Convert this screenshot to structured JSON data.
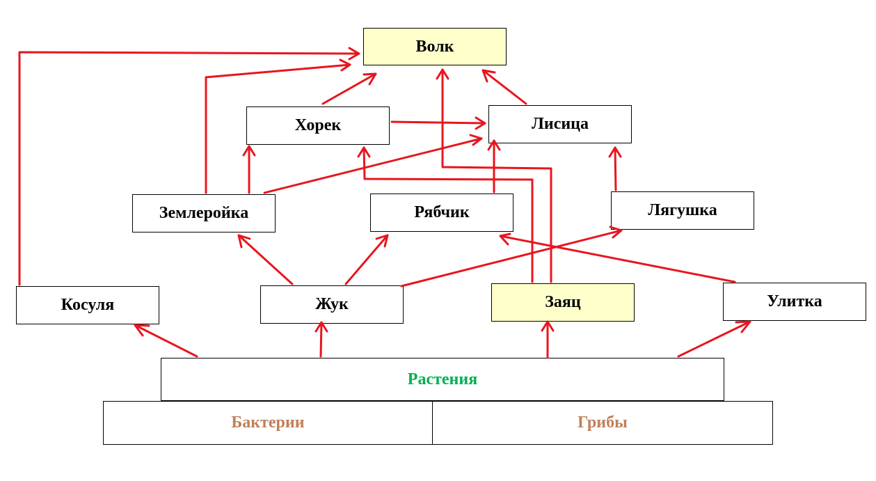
{
  "nodes": {
    "volk": "Волк",
    "khorek": "Хорек",
    "lisitsa": "Лисица",
    "zemleroika": "Землеройка",
    "ryabchik": "Рябчик",
    "lyagushka": "Лягушка",
    "kosulya": "Косуля",
    "zhuk": "Жук",
    "zayats": "Заяц",
    "ulitka": "Улитка",
    "rasteniya": "Растения",
    "bakterii": "Бактерии",
    "griby": "Грибы"
  },
  "colors": {
    "arrow": "#e8151e",
    "highlight": "#ffffcc",
    "plants_text": "#00b050",
    "decomposer_text": "#c0805a"
  }
}
